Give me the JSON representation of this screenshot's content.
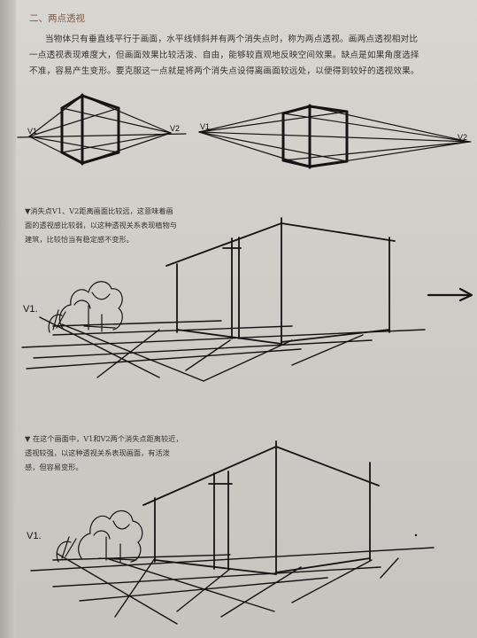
{
  "heading": "二、两点透视",
  "intro_lines": [
    "当物体只有垂直线平行于画面，水平线倾斜并有两个消失点时，称为两点透视。画两点透视相对比",
    "一点透视表现难度大，但画面效果比较活泼、自由，能够较直观地反映空间效果。缺点是如果角度选择",
    "不准，容易产生变形。要克服这一点就是将两个消失点设得离画面较远处，以便得到较好的透视效果。"
  ],
  "figure1": {
    "v1": "V1",
    "v2": "V2"
  },
  "figure2": {
    "v1": "V1",
    "v2": "V2"
  },
  "note1_lines": [
    "▼消失点V1、V2距离画面比较远，这意味着画",
    "面的透视感比较弱，以这种透视关系表现植物与",
    "建筑，比较恰当有稳定感不变形。"
  ],
  "figure3": {
    "v1": "V1."
  },
  "note2_lines": [
    "▼ 在这个画面中，V1和V2两个消失点距离较近，",
    "透视较强，以这种透视关系表现画面，有活泼",
    "感，但容易变形。"
  ],
  "figure4": {
    "v1": "V1."
  }
}
